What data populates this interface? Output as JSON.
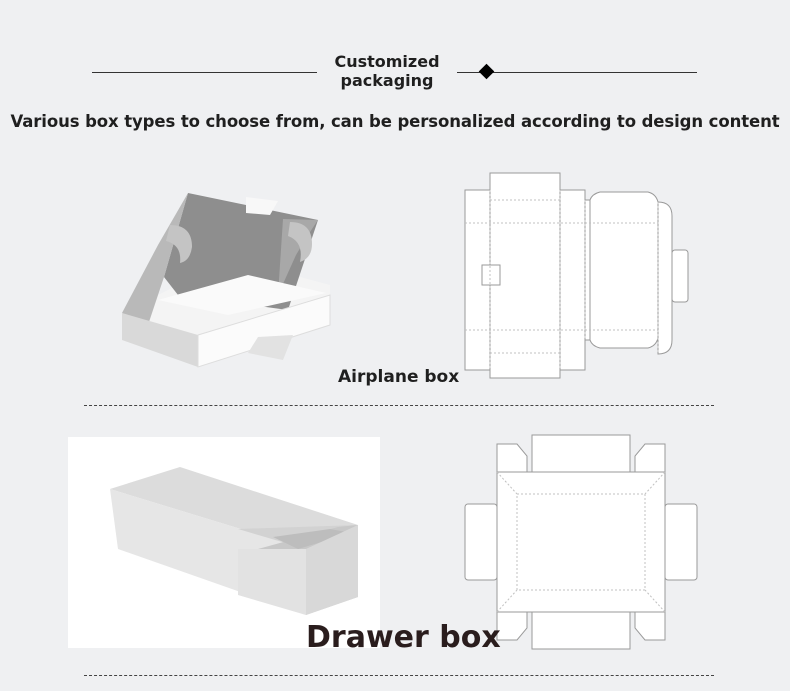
{
  "header": {
    "title_line1": "Customized",
    "title_line2": "packaging",
    "subtitle": "Various box types to choose from, can be personalized according to design content"
  },
  "sections": [
    {
      "label": "Airplane box",
      "illustration": "airplane-box-3d",
      "dieline": "airplane-box-dieline"
    },
    {
      "label": "Drawer box",
      "illustration": "drawer-box-3d",
      "dieline": "drawer-box-dieline"
    }
  ]
}
